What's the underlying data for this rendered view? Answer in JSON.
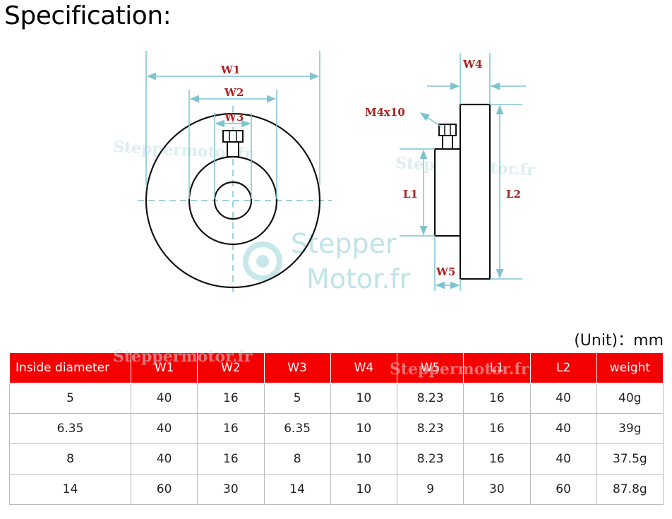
{
  "title": "Specification:",
  "diagram": {
    "front_view": {
      "labels": {
        "w1": "W1",
        "w2": "W2",
        "w3": "W3"
      }
    },
    "side_view": {
      "labels": {
        "w4": "W4",
        "w5": "W5",
        "l1": "L1",
        "l2": "L2",
        "screw": "M4x10"
      }
    },
    "watermark": "Steppermotor.fr",
    "logo": {
      "line1": "Stepper",
      "line2": "Motor.fr"
    },
    "colors": {
      "dimension": "#7ec4d0",
      "label": "#b02020",
      "outline": "#111111"
    }
  },
  "unit_note": "(Unit)：mm",
  "table": {
    "header_color": "#f40000",
    "columns": [
      "Inside diameter",
      "W1",
      "W2",
      "W3",
      "W4",
      "W5",
      "L1",
      "L2",
      "weight"
    ],
    "rows": [
      [
        "5",
        "40",
        "16",
        "5",
        "10",
        "8.23",
        "16",
        "40",
        "40g"
      ],
      [
        "6.35",
        "40",
        "16",
        "6.35",
        "10",
        "8.23",
        "16",
        "40",
        "39g"
      ],
      [
        "8",
        "40",
        "16",
        "8",
        "10",
        "8.23",
        "16",
        "40",
        "37.5g"
      ],
      [
        "14",
        "60",
        "30",
        "14",
        "10",
        "9",
        "30",
        "60",
        "87.8g"
      ]
    ]
  }
}
